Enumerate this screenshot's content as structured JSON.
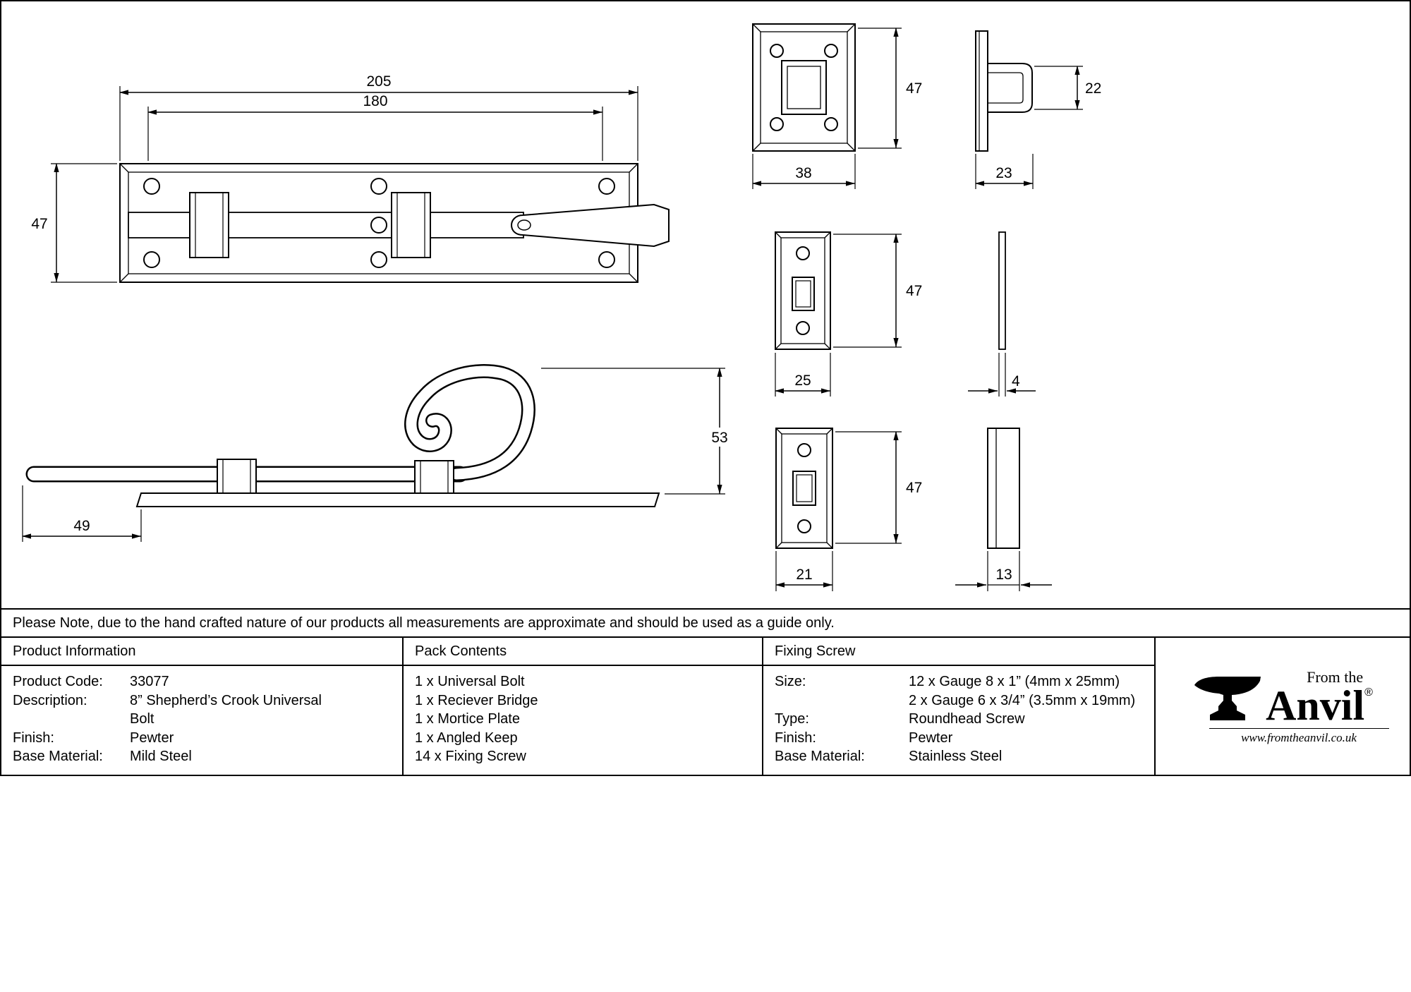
{
  "sheet": {
    "note": "Please Note, due to the hand crafted nature of our products all measurements are approximate and should be used as a guide only."
  },
  "drawings": {
    "universal_bolt": {
      "length_mm": "205",
      "inner_length_mm": "180",
      "height_mm": "47"
    },
    "receiver_bridge_front": {
      "height_mm": "47",
      "width_mm": "38"
    },
    "receiver_bridge_side": {
      "loop_height_mm": "22",
      "depth_mm": "23"
    },
    "mortice_plate_front": {
      "height_mm": "47",
      "width_mm": "25"
    },
    "mortice_plate_side": {
      "thickness_mm": "4"
    },
    "crook_bolt": {
      "crook_height_mm": "53",
      "tip_length_mm": "49"
    },
    "angled_keep_front": {
      "height_mm": "47",
      "width_mm": "21"
    },
    "angled_keep_side": {
      "depth_mm": "13"
    }
  },
  "table": {
    "product_information": {
      "header": "Product Information",
      "rows": [
        {
          "label": "Product Code:",
          "value": "33077"
        },
        {
          "label": "Description:",
          "value": "8” Shepherd’s Crook Universal Bolt"
        },
        {
          "label": "Finish:",
          "value": "Pewter"
        },
        {
          "label": "Base Material:",
          "value": "Mild Steel"
        }
      ]
    },
    "pack_contents": {
      "header": "Pack Contents",
      "items": [
        "1 x Universal Bolt",
        "1 x Reciever Bridge",
        "1 x Mortice Plate",
        "1 x Angled Keep",
        "14 x Fixing Screw"
      ]
    },
    "fixing_screw": {
      "header": "Fixing Screw",
      "rows": [
        {
          "label": "Size:",
          "value": "12 x Gauge 8 x 1” (4mm x 25mm)"
        },
        {
          "label": "",
          "value": "2 x Gauge 6 x 3/4” (3.5mm x 19mm)"
        },
        {
          "label": "Type:",
          "value": "Roundhead Screw"
        },
        {
          "label": "Finish:",
          "value": "Pewter"
        },
        {
          "label": "Base Material:",
          "value": "Stainless Steel"
        }
      ]
    }
  },
  "logo": {
    "tagline": "From the",
    "brand": "Anvil",
    "registered": "®",
    "website": "www.fromtheanvil.co.uk"
  }
}
